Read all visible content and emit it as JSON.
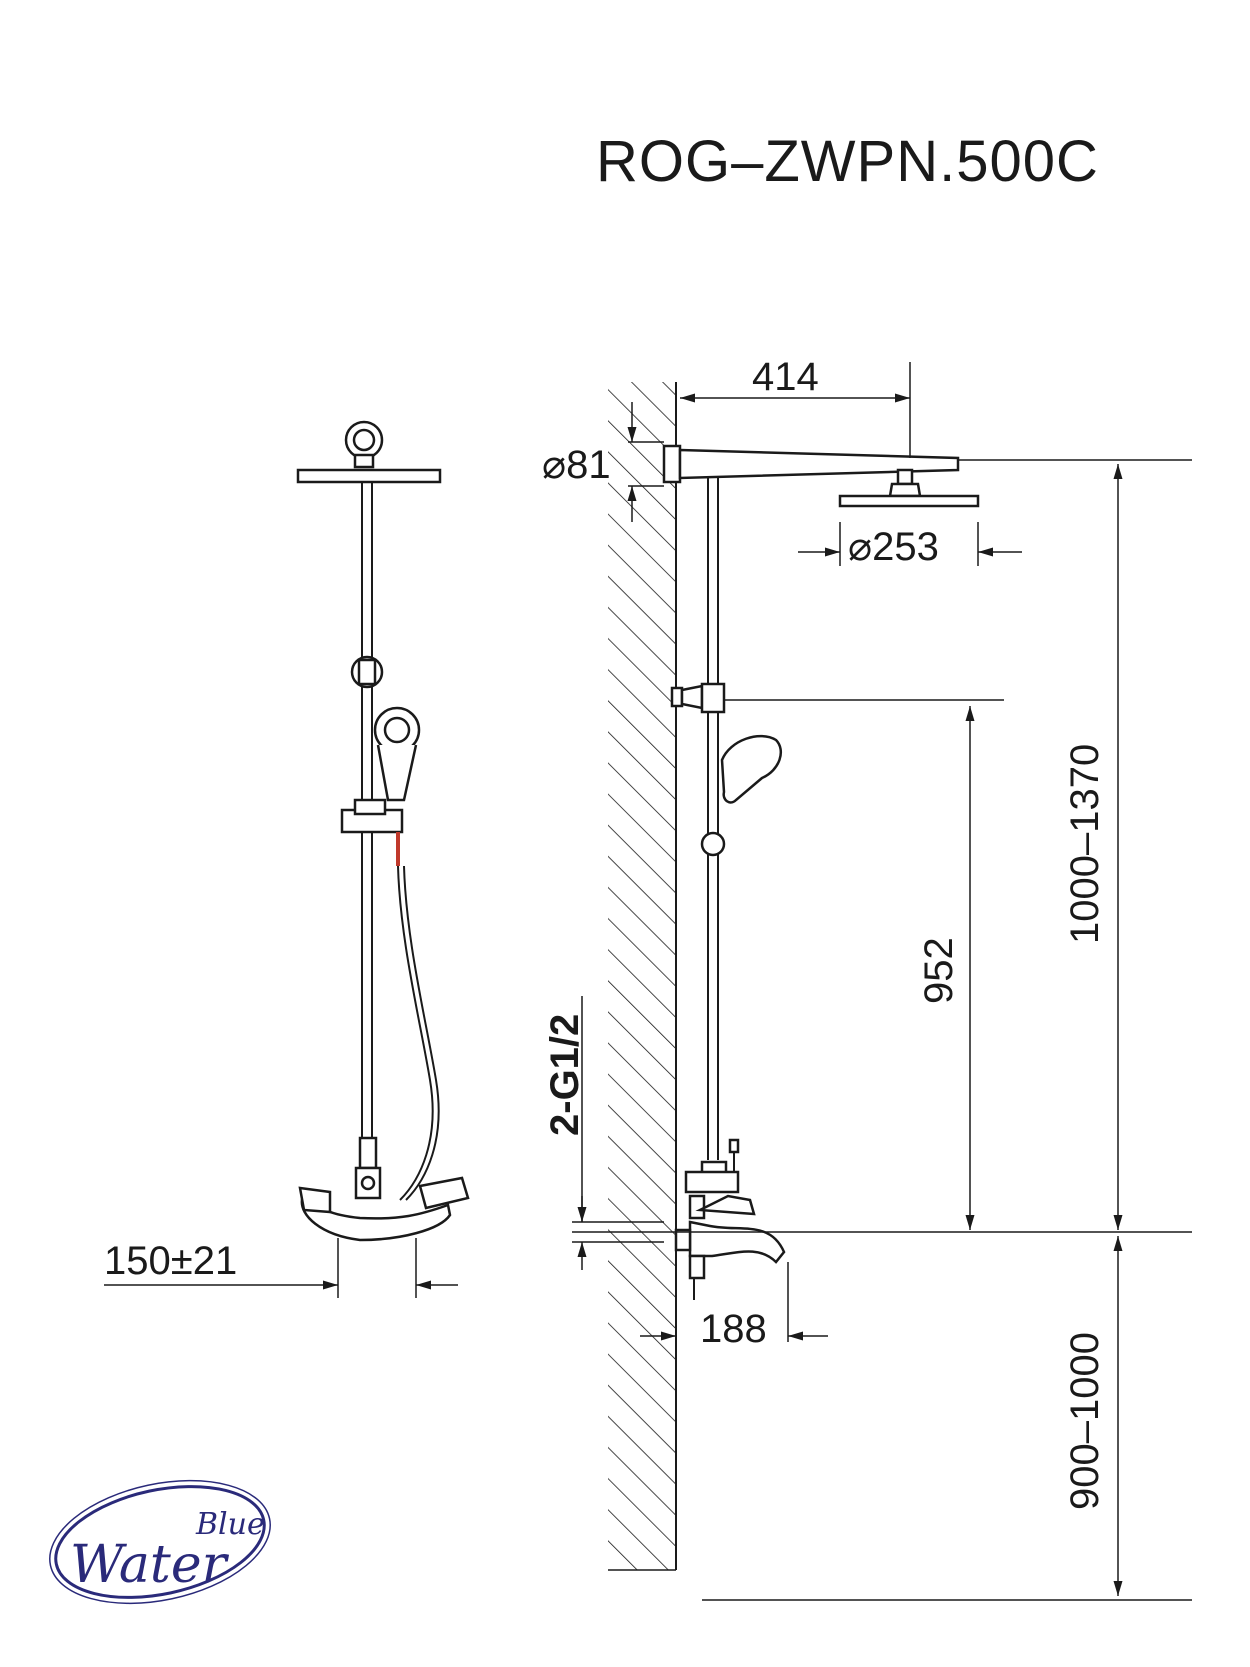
{
  "title": "ROG–ZWPN.500C",
  "dimensions": {
    "arm_length": "414",
    "wall_flange_diameter": "⌀81",
    "head_diameter": "⌀253",
    "handset_holder_height": "952",
    "total_height": "1000–1370",
    "inlet_thread": "2-G1/2",
    "spout_length": "188",
    "mixer_height": "900–1000",
    "center_distance": "150±21"
  },
  "logo": {
    "line1": "Blue",
    "line2": "Water"
  },
  "colors": {
    "ink": "#1a1a1a",
    "logo": "#2a2a7a",
    "accent": "#c0392b"
  }
}
